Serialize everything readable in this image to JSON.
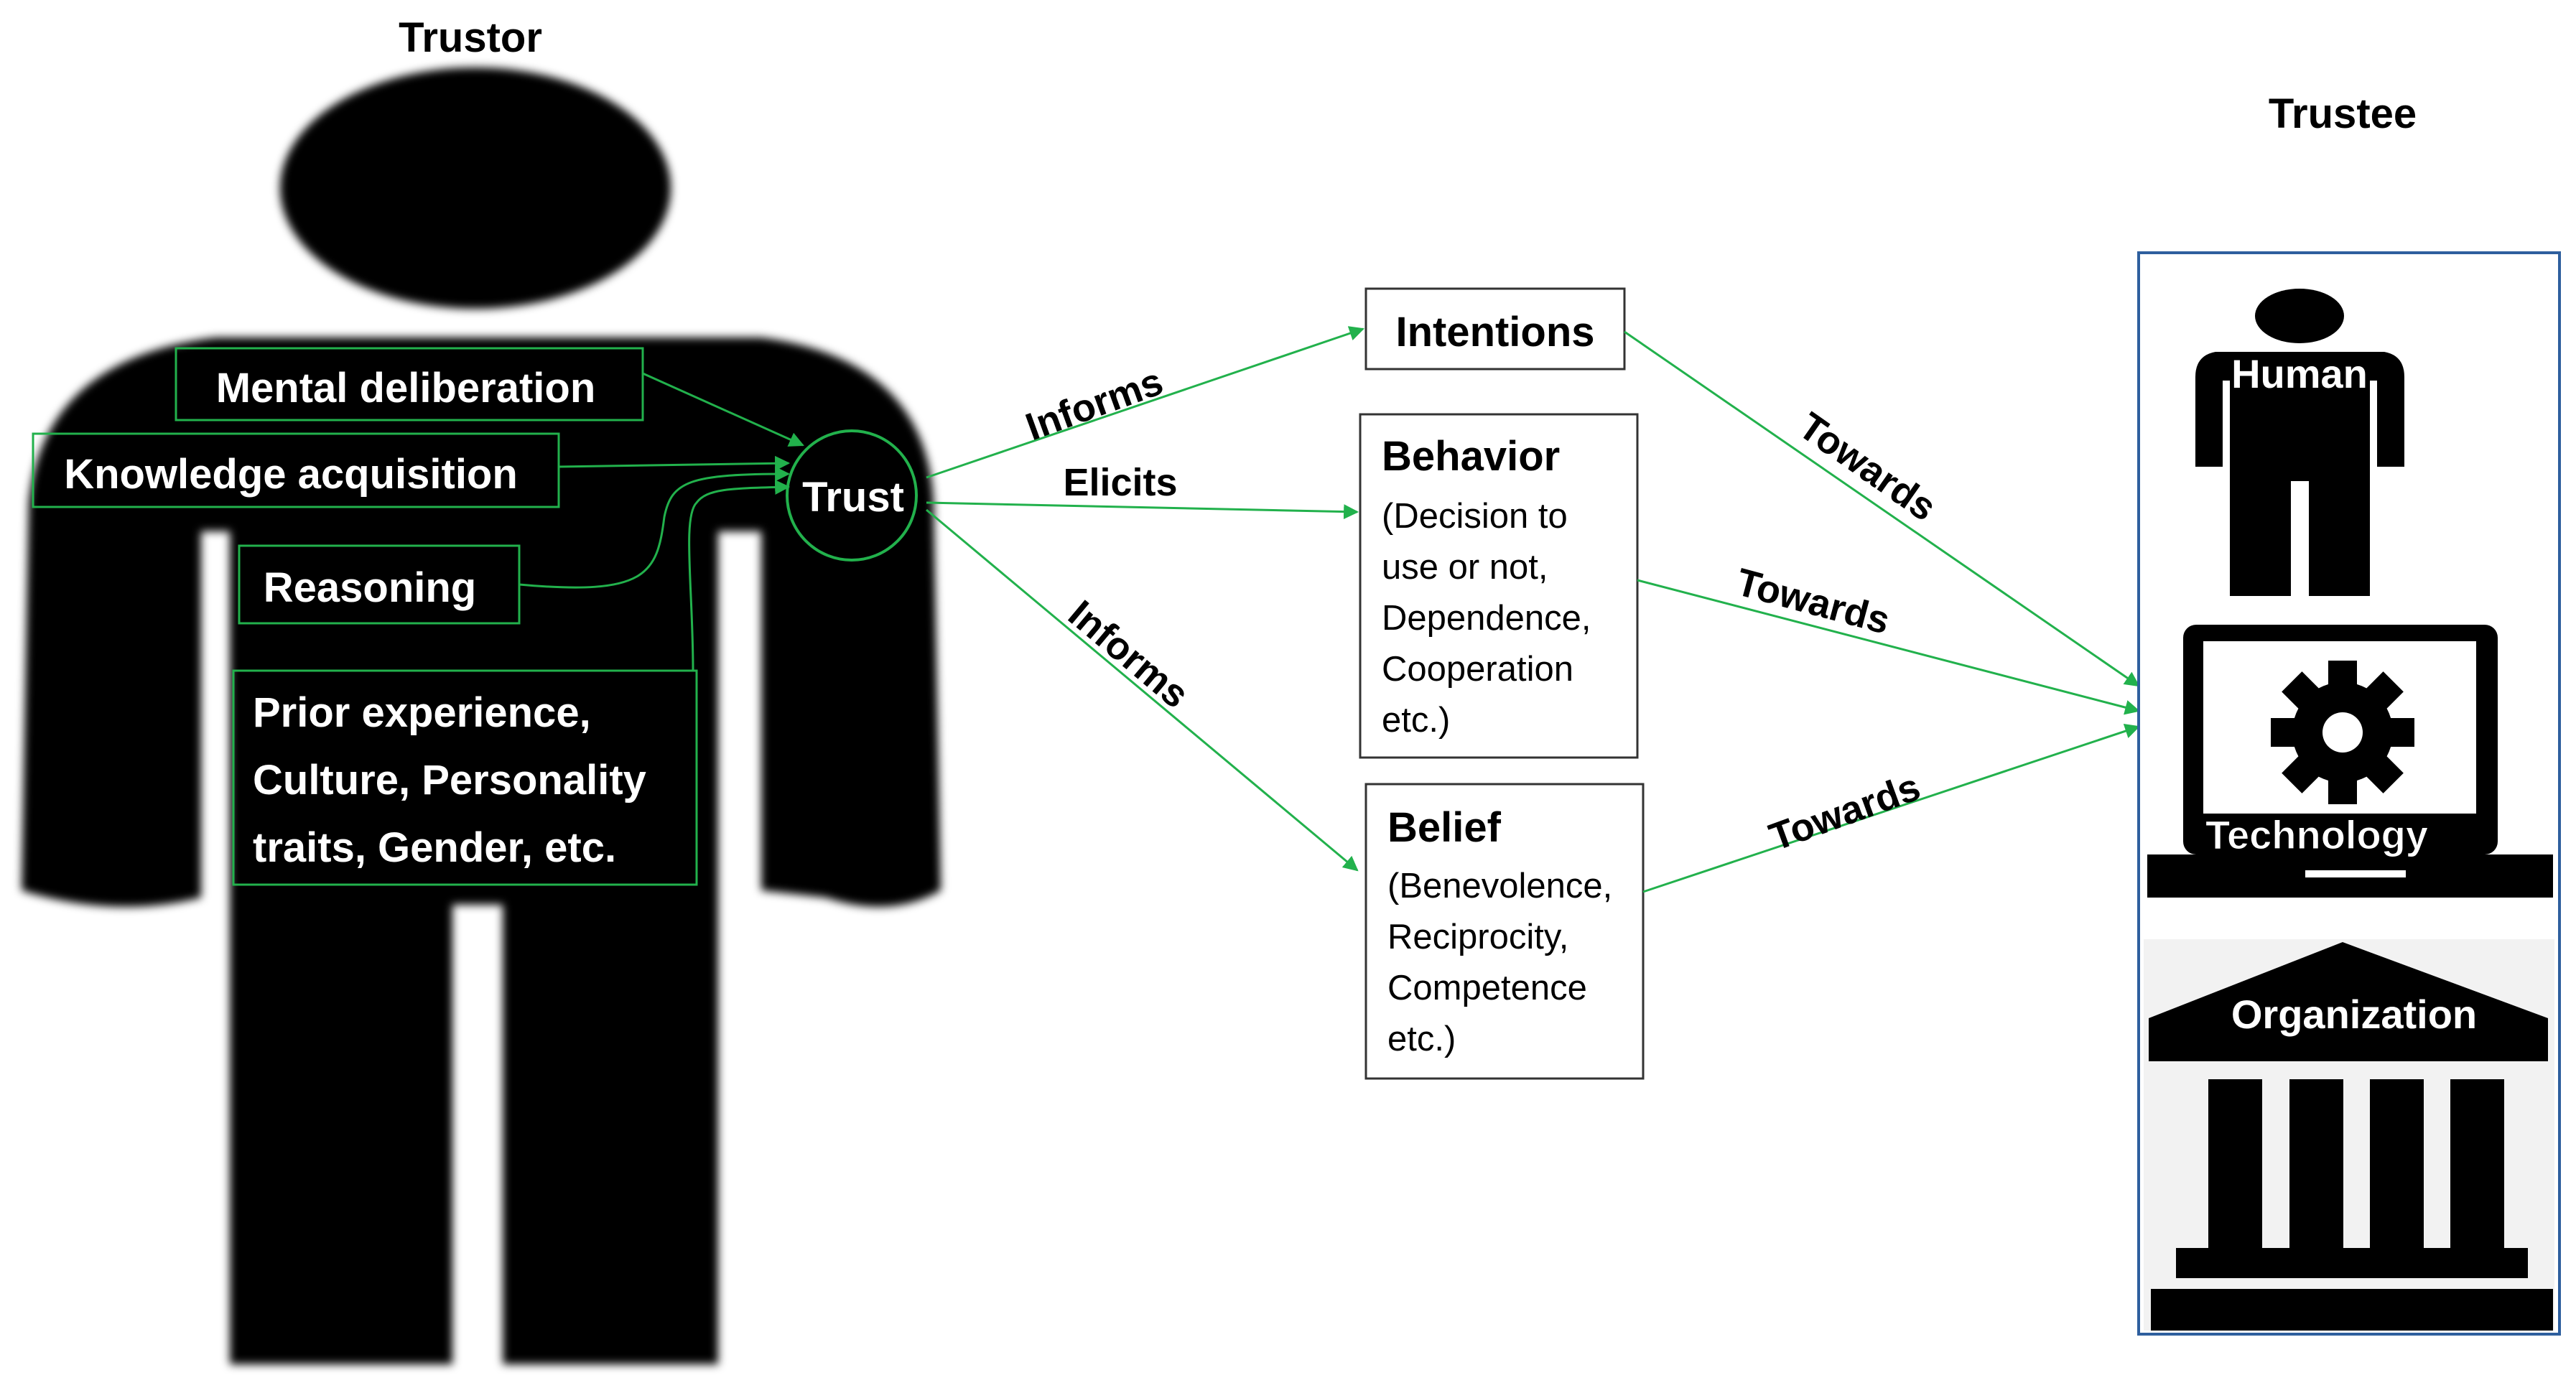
{
  "trustor": {
    "title": "Trustor",
    "factors": {
      "mental": "Mental deliberation",
      "knowledge": "Knowledge acquisition",
      "reasoning": "Reasoning",
      "prior": [
        "Prior experience,",
        "Culture, Personality",
        "traits, Gender, etc."
      ]
    },
    "trust": "Trust"
  },
  "edges": {
    "informs_top": "Informs",
    "elicits": "Elicits",
    "informs_bottom": "Informs",
    "towards_1": "Towards",
    "towards_2": "Towards",
    "towards_3": "Towards"
  },
  "outcomes": {
    "intentions": "Intentions",
    "behavior": {
      "title": "Behavior",
      "lines": [
        "(Decision to",
        "use or not,",
        "Dependence,",
        "Cooperation",
        "etc.)"
      ]
    },
    "belief": {
      "title": "Belief",
      "lines": [
        "(Benevolence,",
        "Reciprocity,",
        "Competence",
        "etc.)"
      ]
    }
  },
  "trustee": {
    "title": "Trustee",
    "human": "Human",
    "technology": "Technology",
    "organization": "Organization"
  },
  "colors": {
    "green": "#22b14c",
    "box_border": "#333333",
    "trustee_border": "#2e5f9e",
    "silhouette": "#000000"
  },
  "icons": [
    "person-silhouette-icon",
    "human-icon",
    "laptop-icon",
    "gear-icon",
    "building-icon"
  ]
}
